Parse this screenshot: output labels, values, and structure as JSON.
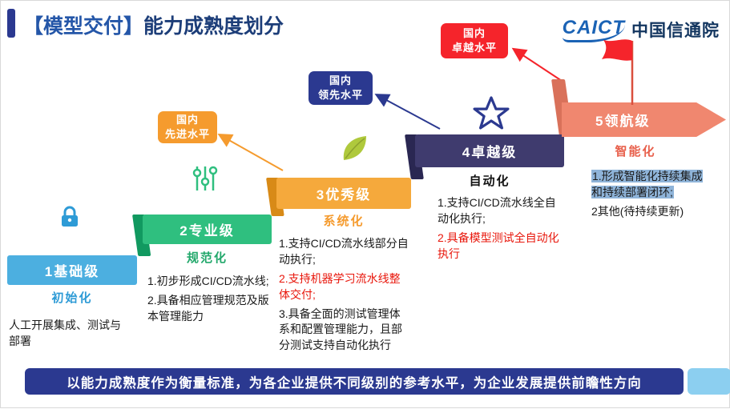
{
  "title": {
    "bracket": "【模型交付】",
    "rest": "能力成熟度划分"
  },
  "logo": {
    "latin": "CAICT",
    "chinese": "中国信通院"
  },
  "badges": [
    {
      "line1": "国内",
      "line2": "先进水平",
      "color": "#F59B2E"
    },
    {
      "line1": "国内",
      "line2": "领先水平",
      "color": "#2B3990"
    },
    {
      "line1": "国内",
      "line2": "卓越水平",
      "color": "#F5242B"
    }
  ],
  "levels": [
    {
      "name": "1基础级",
      "tagline": "初始化",
      "color": "#4CAFE0",
      "items": [
        "人工开展集成、测试与部署"
      ]
    },
    {
      "name": "2专业级",
      "tagline": "规范化",
      "color": "#2FBF7F",
      "items": [
        "1.初步形成CI/CD流水线;",
        "2.具备相应管理规范及版本管理能力"
      ]
    },
    {
      "name": "3优秀级",
      "tagline": "系统化",
      "color": "#F5A93C",
      "items": [
        "1.支持CI/CD流水线部分自动执行;",
        "2.支持机器学习流水线整体交付;",
        "3.具备全面的测试管理体系和配置管理能力，且部分测试支持自动化执行"
      ]
    },
    {
      "name": "4卓越级",
      "tagline": "自动化",
      "color": "#3F3B6E",
      "items": [
        "1.支持CI/CD流水线全自动化执行;",
        "2.具备模型测试全自动化执行"
      ]
    },
    {
      "name": "5领航级",
      "tagline": "智能化",
      "color": "#F0876F",
      "items": [
        "1.形成智能化持续集成和持续部署闭环;",
        "2其他(待持续更新)"
      ]
    }
  ],
  "colors": {
    "red_text": "#E8170C",
    "highlight": "#8FB4D9",
    "banner": "#2B3990",
    "banner_end": "#8CCFF0"
  },
  "banner": {
    "text": "以能力成熟度作为衡量标准，为各企业提供不同级别的参考水平，为企业发展提供前瞻性方向"
  }
}
